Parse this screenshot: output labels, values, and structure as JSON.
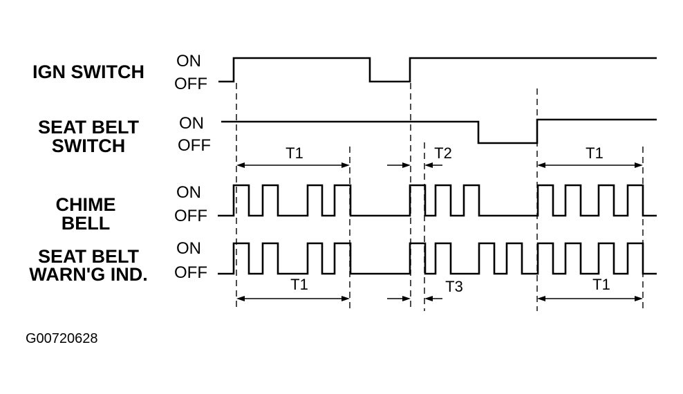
{
  "signals": [
    {
      "id": "ign",
      "name_lines": [
        "IGN SWITCH"
      ],
      "on_label": "ON",
      "off_label": "OFF"
    },
    {
      "id": "seatbelt",
      "name_lines": [
        "SEAT BELT",
        "SWITCH"
      ],
      "on_label": "ON",
      "off_label": "OFF"
    },
    {
      "id": "chime",
      "name_lines": [
        "CHIME",
        "BELL"
      ],
      "on_label": "ON",
      "off_label": "OFF"
    },
    {
      "id": "warn",
      "name_lines": [
        "SEAT BELT",
        "WARN'G IND."
      ],
      "on_label": "ON",
      "off_label": "OFF"
    }
  ],
  "intervals": {
    "t1_a": "T1",
    "t2": "T2",
    "t1_b": "T1",
    "t1_c": "T1",
    "t3": "T3",
    "t1_d": "T1"
  },
  "figure_code": "G00720628"
}
